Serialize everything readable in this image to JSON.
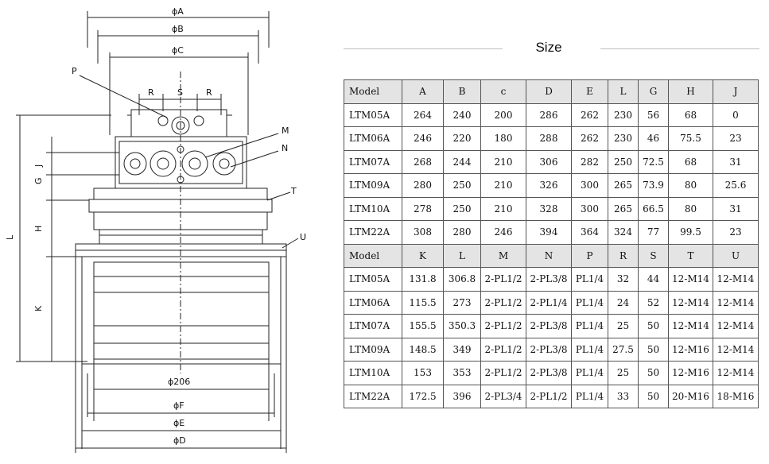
{
  "title": "Size",
  "drawing": {
    "labels": {
      "A": "ϕA",
      "B": "ϕB",
      "C": "ϕC",
      "P": "P",
      "R_left": "R",
      "S": "S",
      "R_right": "R",
      "M": "M",
      "N": "N",
      "T": "T",
      "U": "U",
      "J": "J",
      "G": "G",
      "H": "H",
      "L": "L",
      "K": "K",
      "d206": "ϕ206",
      "F": "ϕF",
      "E": "ϕE",
      "D": "ϕD"
    }
  },
  "table": {
    "upper_header": [
      "Model",
      "A",
      "B",
      "c",
      "D",
      "E",
      "L",
      "G",
      "H",
      "J"
    ],
    "upper_rows": [
      [
        "LTM05A",
        "264",
        "240",
        "200",
        "286",
        "262",
        "230",
        "56",
        "68",
        "0"
      ],
      [
        "LTM06A",
        "246",
        "220",
        "180",
        "288",
        "262",
        "230",
        "46",
        "75.5",
        "23"
      ],
      [
        "LTM07A",
        "268",
        "244",
        "210",
        "306",
        "282",
        "250",
        "72.5",
        "68",
        "31"
      ],
      [
        "LTM09A",
        "280",
        "250",
        "210",
        "326",
        "300",
        "265",
        "73.9",
        "80",
        "25.6"
      ],
      [
        "LTM10A",
        "278",
        "250",
        "210",
        "328",
        "300",
        "265",
        "66.5",
        "80",
        "31"
      ],
      [
        "LTM22A",
        "308",
        "280",
        "246",
        "394",
        "364",
        "324",
        "77",
        "99.5",
        "23"
      ]
    ],
    "lower_header": [
      "Model",
      "K",
      "L",
      "M",
      "N",
      "P",
      "R",
      "S",
      "T",
      "U"
    ],
    "lower_rows": [
      [
        "LTM05A",
        "131.8",
        "306.8",
        "2-PL1/2",
        "2-PL3/8",
        "PL1/4",
        "32",
        "44",
        "12-M14",
        "12-M14"
      ],
      [
        "LTM06A",
        "115.5",
        "273",
        "2-PL1/2",
        "2-PL1/4",
        "PL1/4",
        "24",
        "52",
        "12-M14",
        "12-M14"
      ],
      [
        "LTM07A",
        "155.5",
        "350.3",
        "2-PL1/2",
        "2-PL3/8",
        "PL1/4",
        "25",
        "50",
        "12-M14",
        "12-M14"
      ],
      [
        "LTM09A",
        "148.5",
        "349",
        "2-PL1/2",
        "2-PL3/8",
        "PL1/4",
        "27.5",
        "50",
        "12-M16",
        "12-M14"
      ],
      [
        "LTM10A",
        "153",
        "353",
        "2-PL1/2",
        "2-PL3/8",
        "PL1/4",
        "25",
        "50",
        "12-M16",
        "12-M14"
      ],
      [
        "LTM22A",
        "172.5",
        "396",
        "2-PL3/4",
        "2-PL1/2",
        "PL1/4",
        "33",
        "50",
        "20-M16",
        "18-M16"
      ]
    ]
  }
}
